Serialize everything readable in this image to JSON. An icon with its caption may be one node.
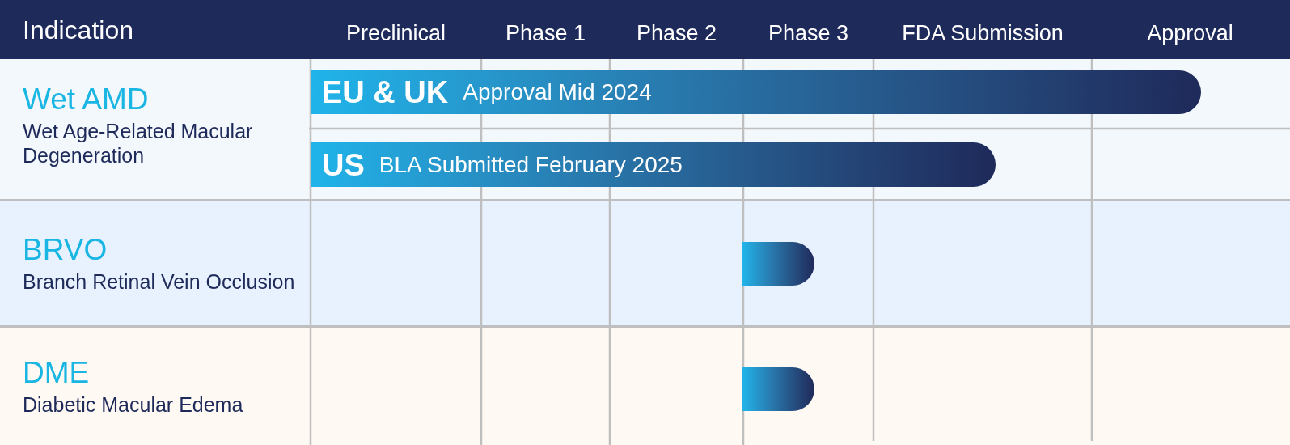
{
  "diagram": {
    "nodes": [
      {
        "text": [
          "Indication",
          "Preclinical",
          "Phase 1",
          "Phase 2",
          "Phase 3",
          "FDA Submission",
          "Approval"
        ]
      },
      {
        "text": [
          "Wet AMD",
          "Wet Age-Related Macular Degeneration"
        ]
      },
      {
        "text": [
          "EU & UK",
          "Approval Mid 2024"
        ],
        "in": 1
      },
      {
        "text": [
          "US",
          "BLA Submitted February 2025"
        ],
        "in": 1
      },
      {
        "text": [
          "BRVO",
          "Branch Retinal Vein Occlusion"
        ]
      },
      {
        "text": [],
        "shape": "bar",
        "in": 4
      },
      {
        "text": [
          "DME",
          "Diabetic Macular Edema"
        ]
      },
      {
        "text": [],
        "shape": "bar",
        "in": 6
      }
    ]
  }
}
